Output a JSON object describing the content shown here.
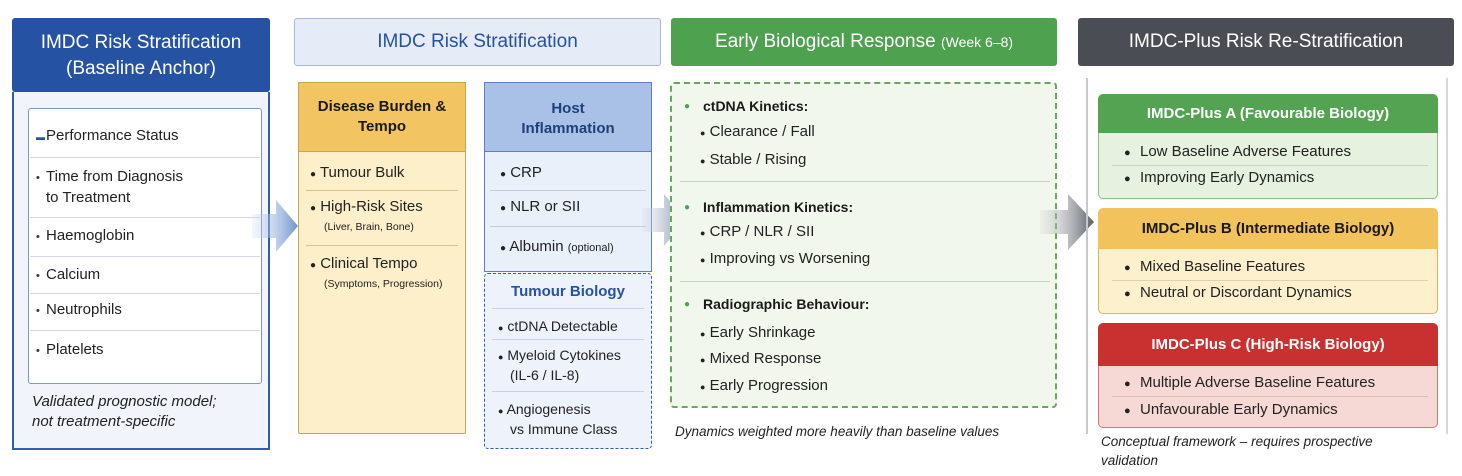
{
  "col1": {
    "title_line1": "IMDC Risk Stratification",
    "title_line2": "(Baseline Anchor)",
    "items": [
      {
        "bullet": "▬",
        "lines": [
          "Performance Status"
        ]
      },
      {
        "bullet": "•",
        "lines": [
          "Time from Diagnosis",
          "to Treatment"
        ]
      },
      {
        "bullet": "•",
        "lines": [
          "Haemoglobin"
        ]
      },
      {
        "bullet": "•",
        "lines": [
          "Calcium"
        ]
      },
      {
        "bullet": "•",
        "lines": [
          "Neutrophils"
        ]
      },
      {
        "bullet": "•",
        "lines": [
          "Platelets"
        ]
      }
    ],
    "note_line1": "Validated prognostic model;",
    "note_line2": "not treatment-specific"
  },
  "col2": {
    "title": "IMDC Risk Stratification",
    "disease_burden": {
      "title_line1": "Disease Burden &",
      "title_line2": "Tempo",
      "items": [
        {
          "label": "Tumour Bulk",
          "sub": ""
        },
        {
          "label": "High-Risk Sites",
          "sub": "(Liver, Brain, Bone)"
        },
        {
          "label": "Clinical Tempo",
          "sub": "(Symptoms, Progression)"
        }
      ]
    },
    "host_inflammation": {
      "title_line1": "Host",
      "title_line2": "Inflammation",
      "items": [
        {
          "label": "CRP",
          "sub": ""
        },
        {
          "label": "NLR or SII",
          "sub": ""
        },
        {
          "label": "Albumin",
          "sub": "(optional)"
        }
      ]
    },
    "tumour_biology": {
      "title": "Tumour Biology",
      "items": [
        {
          "lines": [
            "ctDNA Detectable"
          ]
        },
        {
          "lines": [
            "Myeloid Cytokines",
            "(IL-6 / IL-8)"
          ]
        },
        {
          "lines": [
            "Angiogenesis",
            "vs Immune Class"
          ]
        }
      ]
    }
  },
  "col3": {
    "title": "Early Biological Response",
    "title_suffix": "(Week 6–8)",
    "sections": [
      {
        "title": "ctDNA Kinetics:",
        "items": [
          "Clearance / Fall",
          "Stable / Rising"
        ]
      },
      {
        "title": "Inflammation Kinetics:",
        "items": [
          "CRP / NLR / SII",
          "Improving vs Worsening"
        ]
      },
      {
        "title": "Radiographic Behaviour:",
        "items": [
          "Early Shrinkage",
          "Mixed Response",
          "Early Progression"
        ]
      }
    ],
    "note": "Dynamics weighted more heavily than baseline values"
  },
  "col4": {
    "title": "IMDC-Plus Risk Re-Stratification",
    "groups": [
      {
        "title": "IMDC-Plus A (Favourable Biology)",
        "items": [
          "Low Baseline Adverse Features",
          "Improving Early Dynamics"
        ]
      },
      {
        "title": "IMDC-Plus B (Intermediate Biology)",
        "items": [
          "Mixed Baseline Features",
          "Neutral or Discordant Dynamics"
        ]
      },
      {
        "title": "IMDC-Plus C (High-Risk Biology)",
        "items": [
          "Multiple Adverse Baseline Features",
          "Unfavourable Early Dynamics"
        ]
      }
    ],
    "note_line1": "Conceptual framework – requires prospective",
    "note_line2": "validation"
  },
  "colors": {
    "blue": "#2552a3",
    "amber": "#f3c462",
    "green": "#4ea24f",
    "gray": "#4a4e54",
    "red": "#c93030"
  }
}
